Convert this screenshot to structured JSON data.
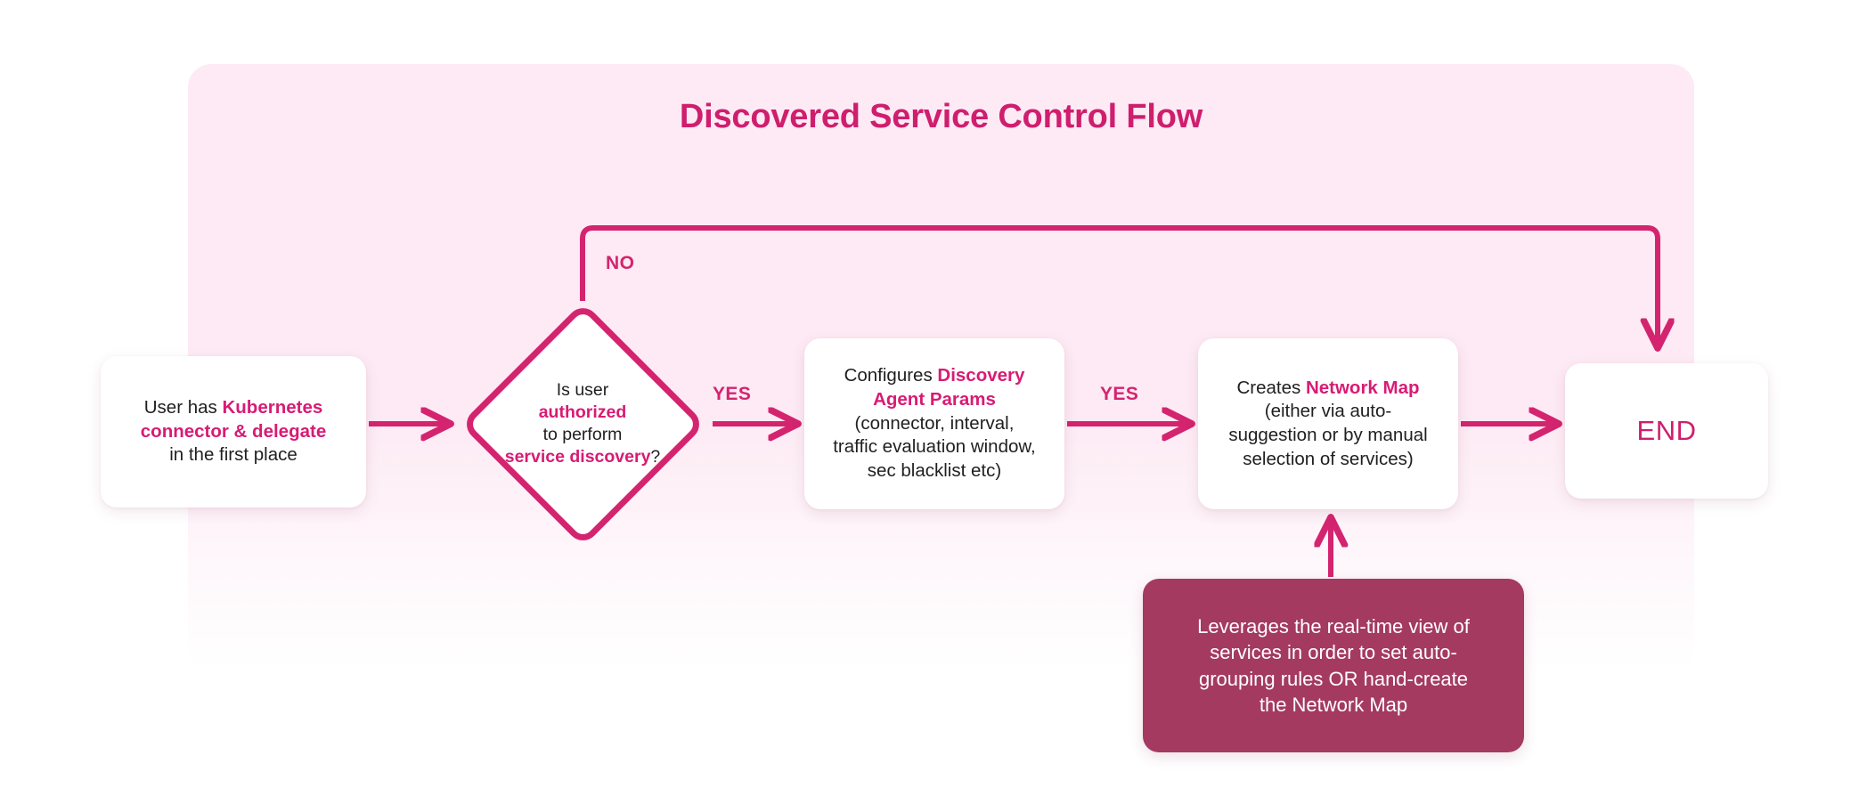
{
  "title": "Discovered Service Control Flow",
  "colors": {
    "accent": "#d4246f",
    "accent_text": "#cf1e6e",
    "highlight": "#d81b74",
    "panel_bg": "#fdeaf4",
    "note_bg": "#a43a60",
    "card_bg": "#ffffff",
    "body_text": "#1f1f1f",
    "page_bg": "#ffffff"
  },
  "nodes": {
    "start": {
      "name": "start-node",
      "lines": [
        [
          {
            "t": "User has ",
            "hl": false
          },
          {
            "t": "Kubernetes",
            "hl": true
          }
        ],
        [
          {
            "t": "connector & delegate",
            "hl": true
          }
        ],
        [
          {
            "t": "in the first place",
            "hl": false
          }
        ]
      ],
      "plain": "User has Kubernetes connector & delegate in the first place"
    },
    "decision": {
      "name": "decision-node",
      "lines": [
        [
          {
            "t": "Is user",
            "hl": false
          }
        ],
        [
          {
            "t": "authorized",
            "hl": true
          }
        ],
        [
          {
            "t": "to perform",
            "hl": false
          }
        ],
        [
          {
            "t": "service discovery",
            "hl": true
          },
          {
            "t": "?",
            "hl": false
          }
        ]
      ],
      "plain": "Is user authorized to perform service discovery?"
    },
    "config": {
      "name": "configure-discovery-agent-node",
      "lines": [
        [
          {
            "t": "Configures ",
            "hl": false
          },
          {
            "t": "Discovery",
            "hl": true
          }
        ],
        [
          {
            "t": "Agent Params",
            "hl": true
          }
        ],
        [
          {
            "t": "(connector, interval,",
            "hl": false
          }
        ],
        [
          {
            "t": "traffic evaluation window,",
            "hl": false
          }
        ],
        [
          {
            "t": "sec blacklist etc)",
            "hl": false
          }
        ]
      ],
      "plain": "Configures Discovery Agent Params (connector, interval, traffic evaluation window, sec blacklist etc)"
    },
    "netmap": {
      "name": "create-network-map-node",
      "lines": [
        [
          {
            "t": "Creates ",
            "hl": false
          },
          {
            "t": "Network Map",
            "hl": true
          }
        ],
        [
          {
            "t": "(either via auto-",
            "hl": false
          }
        ],
        [
          {
            "t": "suggestion or by manual",
            "hl": false
          }
        ],
        [
          {
            "t": "selection of services)",
            "hl": false
          }
        ]
      ],
      "plain": "Creates Network Map (either via auto-suggestion or by manual selection of services)"
    },
    "end": {
      "name": "end-node",
      "label": "END"
    },
    "note": {
      "name": "annotation-note",
      "lines": [
        "Leverages the real-time view of",
        "services in order to set auto-",
        "grouping rules OR hand-create",
        "the Network Map"
      ],
      "plain": "Leverages the real-time view of services in order to set auto-grouping rules OR hand-create the Network Map"
    }
  },
  "edges": {
    "no_label": "NO",
    "yes_label_1": "YES",
    "yes_label_2": "YES",
    "list": [
      {
        "from": "start",
        "to": "decision",
        "label": ""
      },
      {
        "from": "decision",
        "to": "end",
        "label": "NO"
      },
      {
        "from": "decision",
        "to": "config",
        "label": "YES"
      },
      {
        "from": "config",
        "to": "netmap",
        "label": "YES"
      },
      {
        "from": "netmap",
        "to": "end",
        "label": ""
      },
      {
        "from": "note",
        "to": "netmap",
        "label": ""
      }
    ]
  }
}
